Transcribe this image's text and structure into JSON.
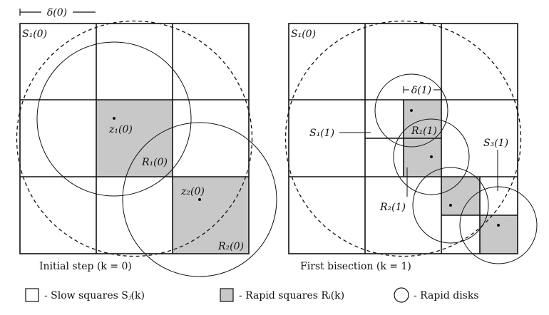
{
  "top_scale": {
    "label": "δ(0)"
  },
  "left_panel": {
    "corner_label": "S₁(0)",
    "center_label": "z₁(0)",
    "middle_label": "R₁(0)",
    "lower_center_label": "z₂(0)",
    "lower_corner_label": "R₂(0)",
    "caption": "Initial step (k = 0)"
  },
  "right_panel": {
    "corner_label": "S₁(0)",
    "delta_label": "δ(1)",
    "s1_label": "S₁(1)",
    "r1_label": "R₁(1)",
    "s3_label": "S₃(1)",
    "r2_label": "R₂(1)",
    "caption": "First bisection (k = 1)"
  },
  "legend": {
    "slow": "- Slow squares Sⱼ(k)",
    "rapid_squares": "- Rapid squares Rᵢ(k)",
    "rapid_disks": "- Rapid disks"
  },
  "colors": {
    "rapid_fill": "#c8c8c8",
    "line": "#111111",
    "background": "#ffffff"
  }
}
